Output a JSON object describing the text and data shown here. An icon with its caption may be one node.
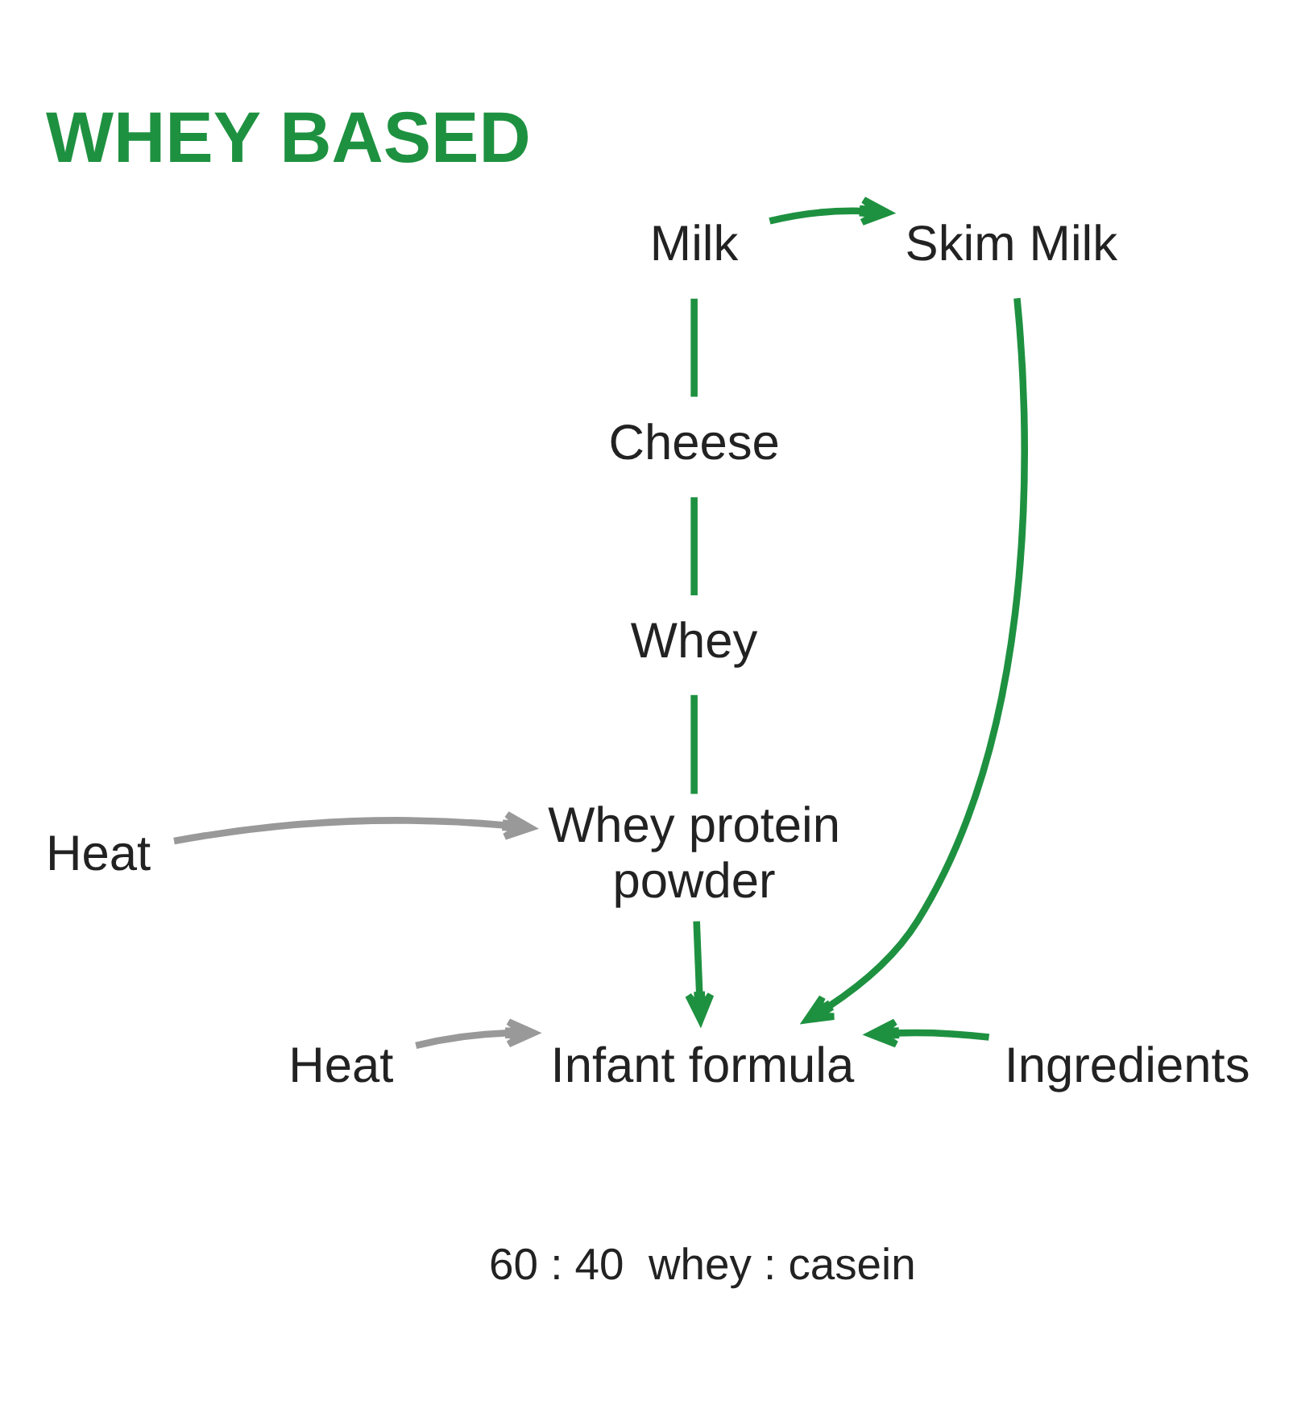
{
  "diagram": {
    "title": "WHEY BASED",
    "nodes": [
      {
        "text": [
          "Milk"
        ]
      },
      {
        "text": [
          "Skim Milk"
        ]
      },
      {
        "text": [
          "Cheese"
        ]
      },
      {
        "text": [
          "Whey"
        ]
      },
      {
        "text": [
          "Heat"
        ]
      },
      {
        "text": [
          "Whey protein powder"
        ]
      },
      {
        "text": [
          "Ingredients"
        ]
      },
      {
        "text": [
          "Heat"
        ]
      },
      {
        "text": [
          "Infant formula"
        ]
      }
    ],
    "edges": [
      {
        "from": 0,
        "to": 1,
        "arrow": "to"
      },
      {
        "from": 0,
        "to": 2,
        "arrow": "none"
      },
      {
        "from": 2,
        "to": 3,
        "arrow": "none"
      },
      {
        "from": 3,
        "to": 5,
        "arrow": "none"
      },
      {
        "from": 4,
        "to": 5,
        "arrow": "to",
        "color": "#999999"
      },
      {
        "from": 1,
        "to": 8,
        "arrow": "to"
      },
      {
        "from": 5,
        "to": 8,
        "arrow": "to"
      },
      {
        "from": 6,
        "to": 8,
        "arrow": "to"
      },
      {
        "from": 7,
        "to": 8,
        "arrow": "to",
        "color": "#999999"
      }
    ],
    "labels": [
      "60 : 40  whey : casein"
    ]
  }
}
